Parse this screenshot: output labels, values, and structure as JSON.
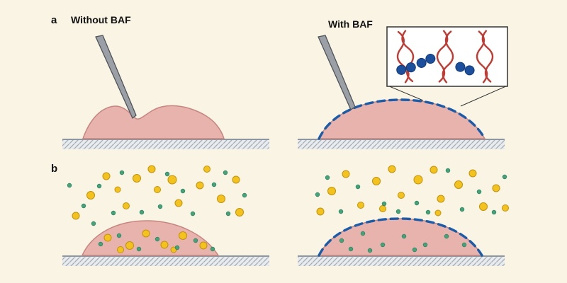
{
  "figure": {
    "panel_a": {
      "label": "a",
      "left_title": "Without BAF",
      "right_title": "With BAF"
    },
    "panel_b": {
      "label": "b"
    }
  },
  "colors": {
    "background": "#f9f4e4",
    "text_color": "#111111",
    "droplet_fill": "#e9b3ad",
    "droplet_stroke": "#c6857f",
    "baf_dash": "#1a5ca9",
    "needle_fill": "#9aa0a5",
    "needle_stroke": "#4f545a",
    "surface_fill": "#e9ecef",
    "hatch_line": "#a3abb4",
    "surface_edge": "#8e97a0",
    "yellow_dot": "#f3c21c",
    "yellow_dot_stroke": "#c2920a",
    "green_dot": "#43a47b",
    "green_dot_stroke": "#2f8560",
    "dna_red": "#c23a31",
    "baf_blue": "#1c4f9c",
    "baf_blue_dark": "#123a75",
    "inset_bg": "#ffffff",
    "inset_border": "#333333"
  },
  "molecules": {
    "panel_b_left": {
      "yellow": [
        [
          107,
          305,
          5
        ],
        [
          128,
          276,
          5.5
        ],
        [
          150,
          249,
          5
        ],
        [
          178,
          291,
          4.5
        ],
        [
          193,
          252,
          5.5
        ],
        [
          214,
          239,
          5
        ],
        [
          222,
          268,
          4.5
        ],
        [
          243,
          254,
          6
        ],
        [
          252,
          287,
          5
        ],
        [
          282,
          262,
          5
        ],
        [
          292,
          239,
          4.5
        ],
        [
          312,
          281,
          5.5
        ],
        [
          333,
          254,
          5
        ],
        [
          338,
          300,
          5.5
        ],
        [
          166,
          268,
          4
        ],
        [
          152,
          336,
          5
        ],
        [
          183,
          347,
          5.5
        ],
        [
          206,
          330,
          5
        ],
        [
          232,
          346,
          5
        ],
        [
          258,
          333,
          5.5
        ],
        [
          287,
          347,
          5
        ],
        [
          170,
          353,
          4.5
        ],
        [
          245,
          353,
          4
        ]
      ],
      "green": [
        [
          98,
          262,
          2.8
        ],
        [
          118,
          291,
          2.8
        ],
        [
          140,
          263,
          2.8
        ],
        [
          160,
          301,
          2.8
        ],
        [
          172,
          244,
          2.8
        ],
        [
          200,
          300,
          2.8
        ],
        [
          226,
          292,
          2.8
        ],
        [
          236,
          246,
          2.8
        ],
        [
          258,
          270,
          2.8
        ],
        [
          272,
          302,
          2.8
        ],
        [
          302,
          261,
          2.8
        ],
        [
          318,
          244,
          2.8
        ],
        [
          322,
          302,
          2.8
        ],
        [
          132,
          316,
          2.8
        ],
        [
          345,
          276,
          2.8
        ],
        [
          142,
          345,
          2.8
        ],
        [
          168,
          333,
          2.8
        ],
        [
          196,
          352,
          2.8
        ],
        [
          222,
          338,
          2.8
        ],
        [
          250,
          350,
          2.8
        ],
        [
          276,
          340,
          2.8
        ],
        [
          300,
          352,
          2.8
        ]
      ]
    },
    "panel_b_right": {
      "yellow": [
        [
          452,
          299,
          5
        ],
        [
          468,
          270,
          5.5
        ],
        [
          488,
          246,
          5
        ],
        [
          509,
          290,
          4.5
        ],
        [
          531,
          256,
          5.5
        ],
        [
          553,
          239,
          5
        ],
        [
          566,
          276,
          4.5
        ],
        [
          590,
          254,
          6
        ],
        [
          612,
          240,
          5
        ],
        [
          622,
          281,
          5
        ],
        [
          647,
          261,
          5.5
        ],
        [
          667,
          245,
          5
        ],
        [
          682,
          292,
          5.5
        ],
        [
          700,
          266,
          5
        ],
        [
          713,
          294,
          4.5
        ],
        [
          540,
          295,
          4.5
        ],
        [
          618,
          301,
          4
        ]
      ],
      "green": [
        [
          462,
          251,
          2.8
        ],
        [
          481,
          299,
          2.8
        ],
        [
          505,
          264,
          2.8
        ],
        [
          542,
          288,
          2.8
        ],
        [
          562,
          299,
          2.8
        ],
        [
          588,
          287,
          2.8
        ],
        [
          604,
          300,
          2.8
        ],
        [
          632,
          241,
          2.8
        ],
        [
          652,
          296,
          2.8
        ],
        [
          676,
          271,
          2.8
        ],
        [
          697,
          300,
          2.8
        ],
        [
          712,
          250,
          2.8
        ],
        [
          448,
          275,
          2.8
        ],
        [
          482,
          340,
          2.8
        ],
        [
          512,
          330,
          2.8
        ],
        [
          540,
          346,
          2.8
        ],
        [
          570,
          334,
          2.8
        ],
        [
          600,
          346,
          2.8
        ],
        [
          630,
          334,
          2.8
        ],
        [
          655,
          346,
          2.8
        ],
        [
          522,
          354,
          2.8
        ],
        [
          585,
          353,
          2.8
        ],
        [
          495,
          352,
          2.8
        ]
      ]
    }
  }
}
